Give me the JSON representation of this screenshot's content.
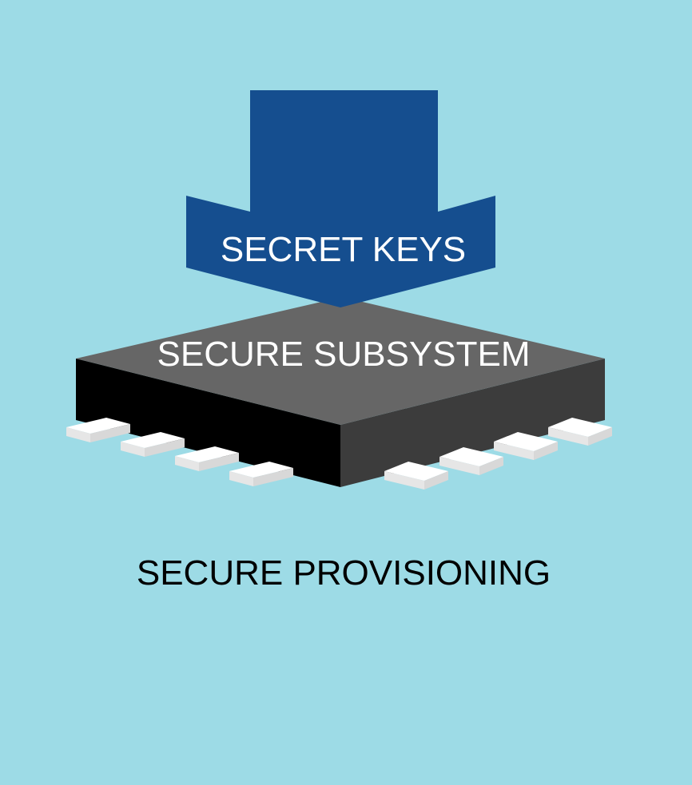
{
  "diagram": {
    "arrow": {
      "label": "SECRET KEYS",
      "color": "#154e8f",
      "direction": "down"
    },
    "chip": {
      "label": "SECURE SUBSYSTEM",
      "top_color": "#666666",
      "left_face_color": "#000000",
      "right_face_color": "#3c3c3c",
      "pin_count_left": 4,
      "pin_count_right": 4,
      "pin_color": "#f2f2f2"
    },
    "caption": "SECURE PROVISIONING",
    "background_color": "#9ddbe6"
  }
}
